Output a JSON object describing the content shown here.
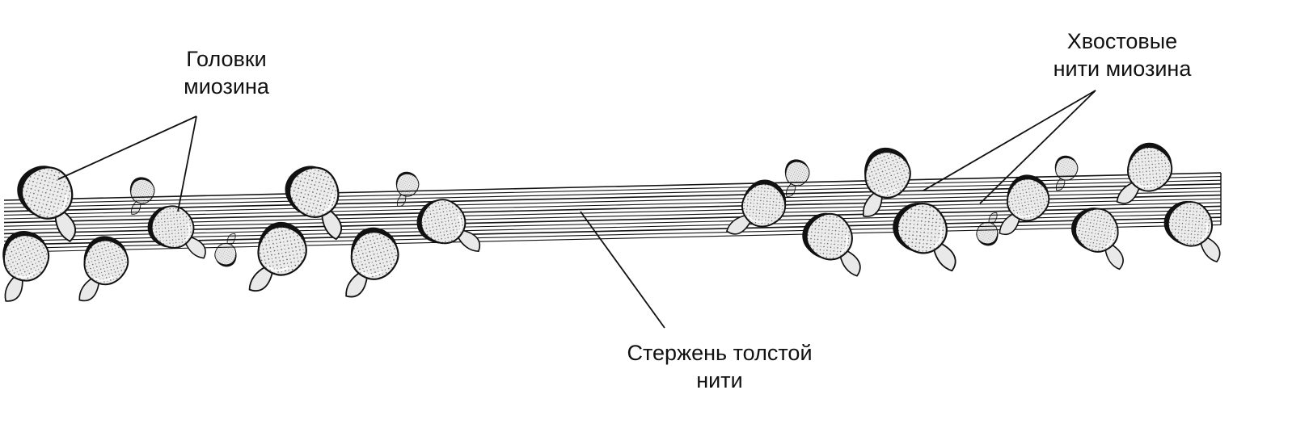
{
  "diagram": {
    "labels": {
      "heads": [
        "Головки",
        "миозина"
      ],
      "tails": [
        "Хвостовые",
        "нити миозина"
      ],
      "core": [
        "Стержень толстой",
        "нити"
      ]
    },
    "colors": {
      "ink": "#111111",
      "head_fill": "#e9e9e9",
      "background": "#ffffff"
    }
  }
}
